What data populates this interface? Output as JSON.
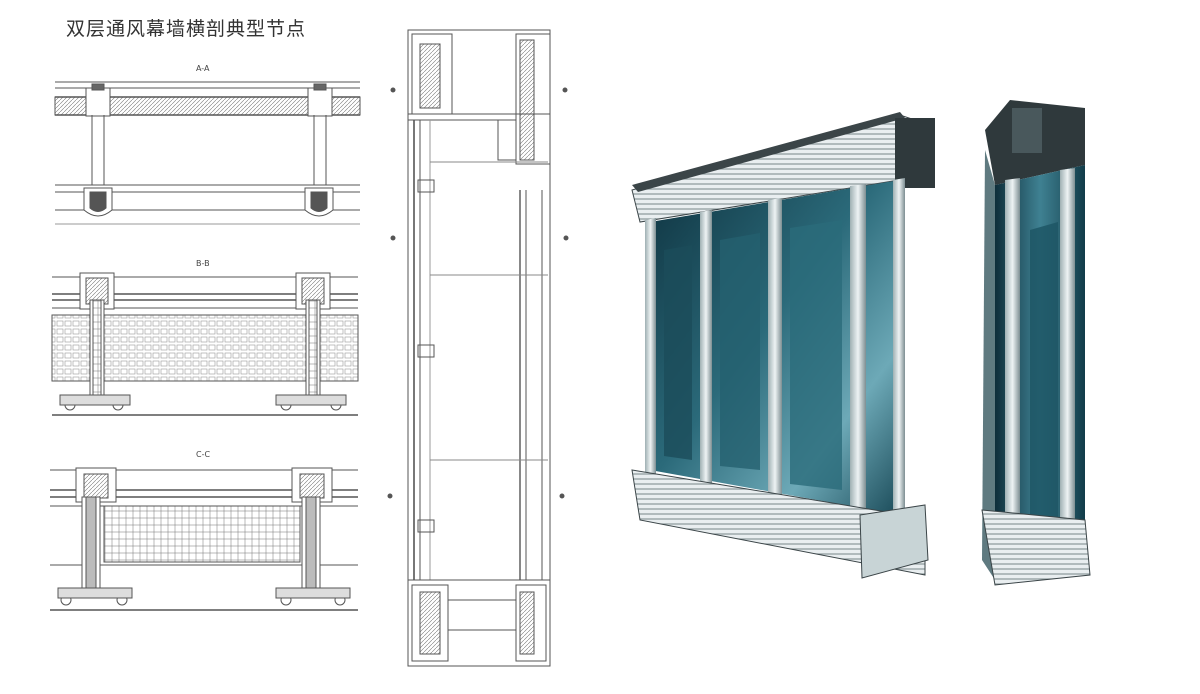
{
  "title": "双层通风幕墙横剖典型节点",
  "sections": [
    {
      "label": "A-A"
    },
    {
      "label": "B-B"
    },
    {
      "label": "C-C"
    }
  ],
  "colors": {
    "line": "#555555",
    "glass_dark": "#16424f",
    "glass_light": "#7fb4c2",
    "frame": "#c8d4d6",
    "frame_dark": "#3b4548"
  }
}
